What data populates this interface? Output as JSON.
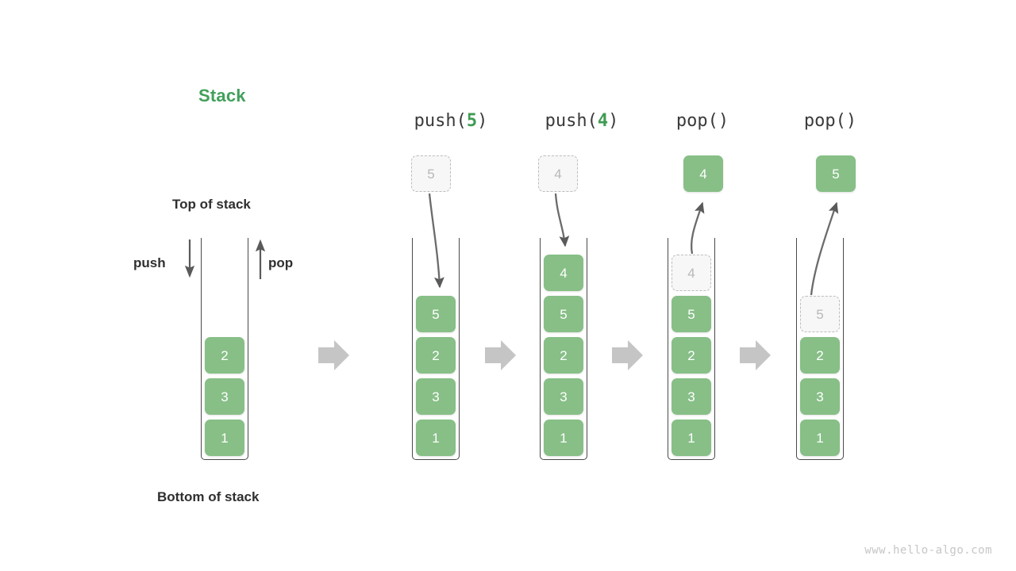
{
  "title": "Stack",
  "accent_color": "#42a05b",
  "block_color": "#87bf87",
  "ghost_color": "#f7f7f7",
  "annotations": {
    "top_of_stack": "Top of stack",
    "bottom_of_stack": "Bottom of stack",
    "push": "push",
    "pop": "pop"
  },
  "watermark": "www.hello-algo.com",
  "captions": {
    "push5": {
      "prefix": "push(",
      "arg": "5",
      "suffix": ")"
    },
    "push4": {
      "prefix": "push(",
      "arg": "4",
      "suffix": ")"
    },
    "pop1": {
      "prefix": "pop()",
      "arg": "",
      "suffix": ""
    },
    "pop2": {
      "prefix": "pop()",
      "arg": "",
      "suffix": ""
    }
  },
  "chart_data": {
    "type": "diagram",
    "title": "Stack",
    "description": "Stack push and pop operation sequence",
    "steps": [
      {
        "name": "initial",
        "caption": "",
        "stack_top_to_bottom": [
          "2",
          "3",
          "1"
        ],
        "floating": null,
        "ghost_in_stack": null,
        "arrow": null
      },
      {
        "name": "push-5",
        "caption": "push(5)",
        "operation": "push",
        "argument": "5",
        "stack_top_to_bottom": [
          "5",
          "2",
          "3",
          "1"
        ],
        "floating": {
          "value": "5",
          "style": "ghost"
        },
        "ghost_in_stack": null,
        "arrow": "down-into-stack"
      },
      {
        "name": "push-4",
        "caption": "push(4)",
        "operation": "push",
        "argument": "4",
        "stack_top_to_bottom": [
          "4",
          "5",
          "2",
          "3",
          "1"
        ],
        "floating": {
          "value": "4",
          "style": "ghost"
        },
        "ghost_in_stack": null,
        "arrow": "down-into-stack"
      },
      {
        "name": "pop-4",
        "caption": "pop()",
        "operation": "pop",
        "returned": "4",
        "stack_top_to_bottom": [
          "5",
          "2",
          "3",
          "1"
        ],
        "floating": {
          "value": "4",
          "style": "solid"
        },
        "ghost_in_stack": {
          "value": "4"
        },
        "arrow": "up-out-of-stack"
      },
      {
        "name": "pop-5",
        "caption": "pop()",
        "operation": "pop",
        "returned": "5",
        "stack_top_to_bottom": [
          "2",
          "3",
          "1"
        ],
        "floating": {
          "value": "5",
          "style": "solid"
        },
        "ghost_in_stack": {
          "value": "5"
        },
        "arrow": "up-out-of-stack"
      }
    ]
  },
  "stacks": {
    "initial": {
      "blocks": [
        "2",
        "3",
        "1"
      ]
    },
    "push5": {
      "blocks": [
        "5",
        "2",
        "3",
        "1"
      ]
    },
    "push4": {
      "blocks": [
        "4",
        "5",
        "2",
        "3",
        "1"
      ]
    },
    "pop1": {
      "blocks": [
        "5",
        "2",
        "3",
        "1"
      ],
      "ghost": "4"
    },
    "pop2": {
      "blocks": [
        "2",
        "3",
        "1"
      ],
      "ghost": "5"
    }
  },
  "floating": {
    "push5": "5",
    "push4": "4",
    "pop1": "4",
    "pop2": "5"
  }
}
